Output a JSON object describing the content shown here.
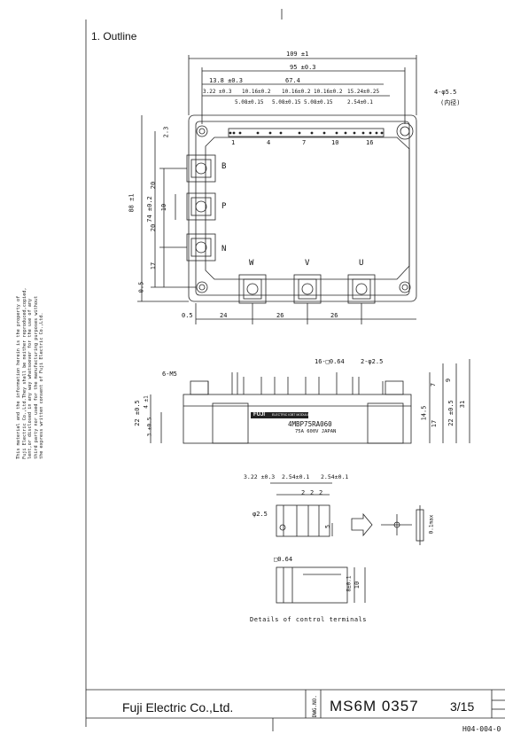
{
  "section_title": "1. Outline",
  "confidential_notice": [
    "This material and the information herein is the property of",
    "Fuji Electric Co.,Ltd.They shall be neither reproduced,copied,",
    "lent,or disclosed in any  way whatsoever for the use of any",
    "third party nor used for the manufacturing purposes without",
    "the express written consent of Fuji Electric Co.,Ltd."
  ],
  "top_view": {
    "overall_width": "109 ±1",
    "hole_span": "95 ±0.3",
    "dim_13_8": "13.8 ±0.3",
    "dim_67_4": "67.4",
    "pitches": [
      "3.22 ±0.3",
      "10.16±0.2",
      "10.16±0.2",
      "10.16±0.2",
      "15.24±0.25"
    ],
    "small_pitches": [
      "5.08±0.15",
      "5.08±0.15",
      "5.08±0.15",
      "2.54±0.1"
    ],
    "hole_note": "4-φ5.5",
    "hole_note_jp": "(内径)",
    "pin_numbers": [
      "1",
      "4",
      "7",
      "10",
      "16"
    ],
    "terminals_left": [
      "B",
      "P",
      "N"
    ],
    "terminals_bottom": [
      "W",
      "V",
      "U"
    ],
    "left_dims": [
      "88 ±1",
      "74 ±0.2",
      "20",
      "10",
      "20",
      "17"
    ],
    "dim_2_3": "2.3",
    "dim_0_5_v": "0.5",
    "bottom_dims": [
      "0.5",
      "24",
      "26",
      "26"
    ]
  },
  "side_view": {
    "screw_note": "6-M5",
    "pin_note": "16-□0.64",
    "pin_hole": "2-φ2.5",
    "left_dims": [
      "22 ±0.5",
      "4 ±1",
      "3 ±0.5"
    ],
    "right_dims": [
      "7",
      "9",
      "14.5",
      "17",
      "22 ±0.5",
      "31"
    ],
    "brand": "FUJI",
    "brand_sub": "ELECTRIC IGBT MODULE",
    "part_no": "4MBP75RA060",
    "rating": "75A  600V  JAPAN"
  },
  "detail_view": {
    "dims_top": [
      "3.22 ±0.3",
      "2.54±0.1",
      "2.54±0.1"
    ],
    "dims_pitch": [
      "2",
      "2",
      "2"
    ],
    "hole": "φ2.5",
    "dim_5": "5",
    "dim_0_1": "0.1max",
    "pin_size": "□0.64",
    "dim_8": "8±0.1",
    "dim_10": "10",
    "caption": "Details of control terminals"
  },
  "title_block": {
    "company": "Fuji Electric Co.,Ltd.",
    "dwg_label": "DWG.NO.",
    "dwg_no": "MS6M 0357",
    "page": "3/15"
  },
  "footer_code": "H04-004-0"
}
